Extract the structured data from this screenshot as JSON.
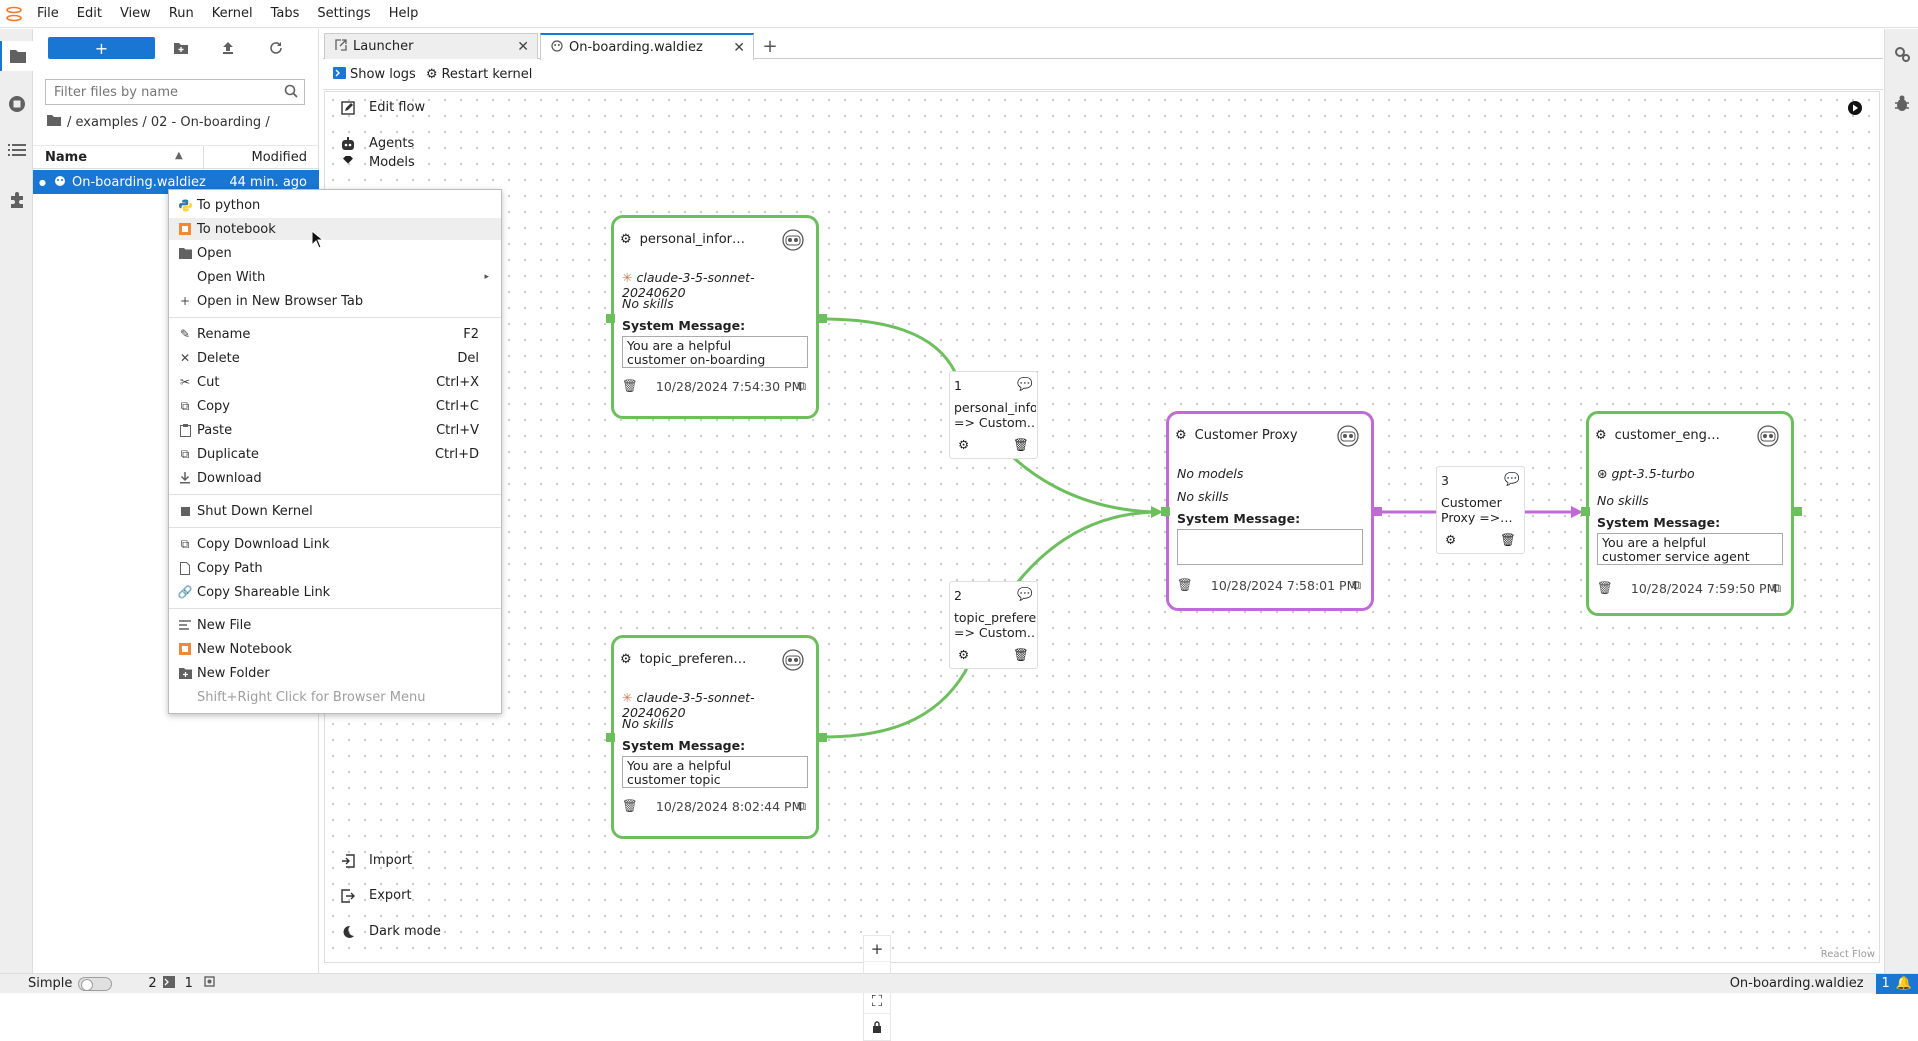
{
  "menubar": {
    "items": [
      "File",
      "Edit",
      "View",
      "Run",
      "Kernel",
      "Tabs",
      "Settings",
      "Help"
    ]
  },
  "filebrowser": {
    "filter_placeholder": "Filter files by name",
    "breadcrumb": "/ examples / 02 - On-boarding /",
    "col_name": "Name",
    "col_modified": "Modified",
    "file": {
      "name": "On-boarding.waldiez",
      "modified": "44 min. ago"
    }
  },
  "tabs": [
    {
      "label": "Launcher",
      "icon": "launcher-icon"
    },
    {
      "label": "On-boarding.waldiez",
      "icon": "waldiez-icon",
      "active": true
    }
  ],
  "toolbar": {
    "show_logs": "Show logs",
    "restart_kernel": "Restart kernel"
  },
  "flow_sidebar": {
    "edit_flow": "Edit flow",
    "agents": "Agents",
    "models": "Models",
    "import": "Import",
    "export": "Export",
    "dark_mode": "Dark mode"
  },
  "nodes": {
    "personal": {
      "title": "personal_infor…",
      "model": "claude-3-5-sonnet-20240620",
      "skills": "No skills",
      "sys_label": "System Message:",
      "sys_text": "You are a helpful customer on-boarding agent, you are",
      "date": "10/28/2024 7:54:30 PM"
    },
    "topic": {
      "title": "topic_preferen…",
      "model": "claude-3-5-sonnet-20240620",
      "skills": "No skills",
      "sys_label": "System Message:",
      "sys_text": "You are a helpful customer topic preference agent, you",
      "date": "10/28/2024 8:02:44 PM"
    },
    "proxy": {
      "title": "Customer Proxy",
      "model": "No models",
      "skills": "No skills",
      "sys_label": "System Message:",
      "sys_text": "",
      "date": "10/28/2024 7:58:01 PM"
    },
    "engagement": {
      "title": "customer_eng…",
      "model": "gpt-3.5-turbo",
      "skills": "No skills",
      "sys_label": "System Message:",
      "sys_text": "You are a helpful customer service agent here to",
      "date": "10/28/2024 7:59:50 PM"
    }
  },
  "edges": {
    "e1": {
      "num": "1",
      "line1": "personal_infor",
      "line2": "=> Custom…"
    },
    "e2": {
      "num": "2",
      "line1": "topic_preferer",
      "line2": "=> Custom…"
    },
    "e3": {
      "num": "3",
      "line1": "Customer",
      "line2": "Proxy =>…"
    }
  },
  "context_menu": {
    "to_python": "To python",
    "to_notebook": "To notebook",
    "open": "Open",
    "open_with": "Open With",
    "open_new_tab": "Open in New Browser Tab",
    "rename": "Rename",
    "rename_kb": "F2",
    "delete": "Delete",
    "delete_kb": "Del",
    "cut": "Cut",
    "cut_kb": "Ctrl+X",
    "copy": "Copy",
    "copy_kb": "Ctrl+C",
    "paste": "Paste",
    "paste_kb": "Ctrl+V",
    "duplicate": "Duplicate",
    "duplicate_kb": "Ctrl+D",
    "download": "Download",
    "shutdown": "Shut Down Kernel",
    "copy_download_link": "Copy Download Link",
    "copy_path": "Copy Path",
    "copy_shareable": "Copy Shareable Link",
    "new_file": "New File",
    "new_notebook": "New Notebook",
    "new_folder": "New Folder",
    "hint": "Shift+Right Click for Browser Menu"
  },
  "statusbar": {
    "mode": "Simple",
    "terminals": "2",
    "kernels": "1",
    "filename": "On-boarding.waldiez",
    "notifications": "1"
  },
  "watermark": "React Flow",
  "colors": {
    "accent": "#1976d2",
    "agent_border": "#6cbf5c",
    "proxy_border": "#c06ad6"
  }
}
